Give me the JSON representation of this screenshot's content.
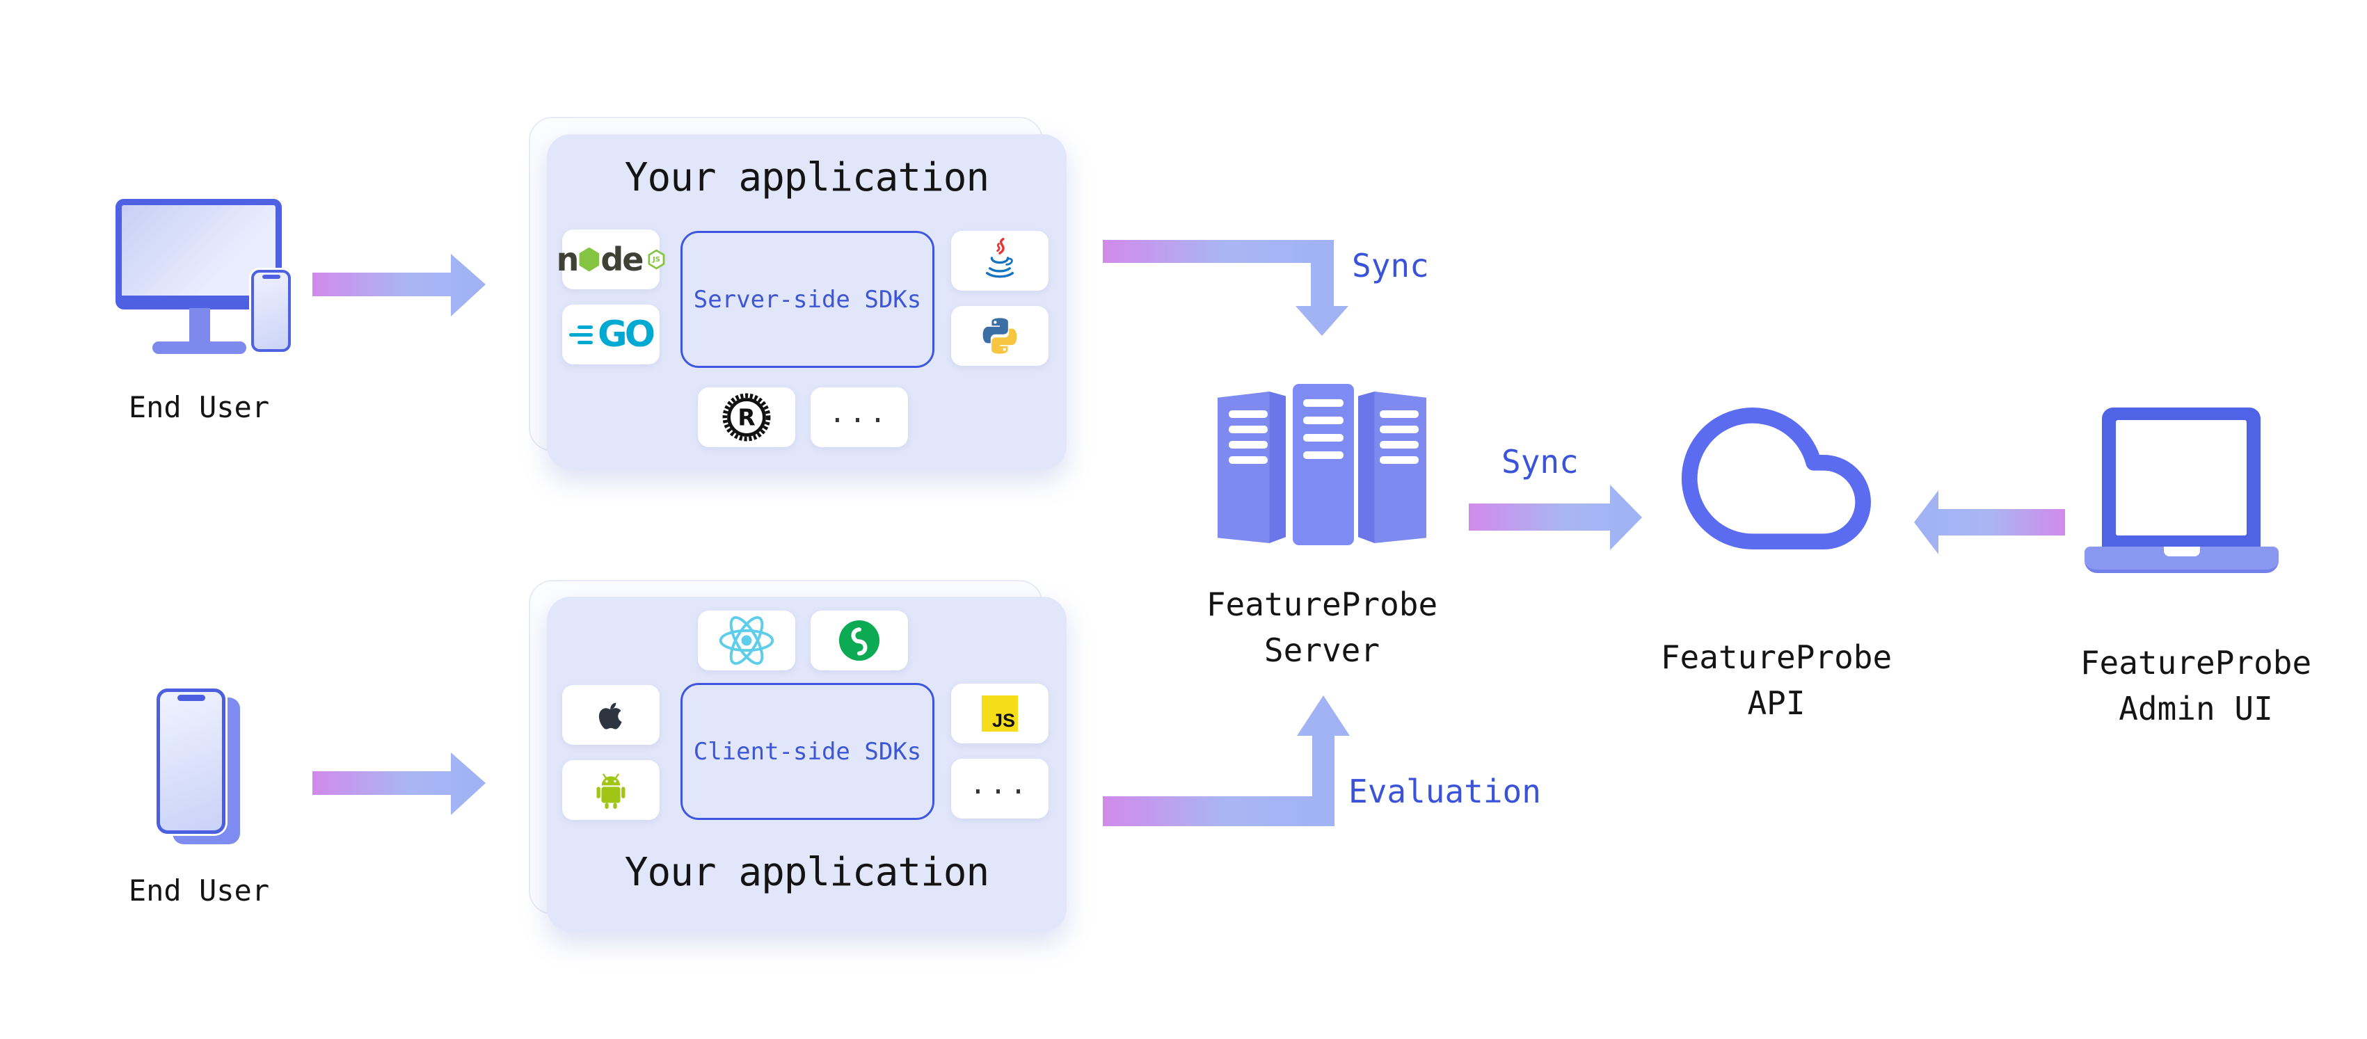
{
  "colors": {
    "device_blue": "#4e61e2",
    "periwinkle": "#7e8aef",
    "arrow_blue": "#9fb2f4",
    "arrow_pink": "#d18ae9",
    "label_blue": "#3a53d9",
    "card_bg": "#e1e6fa",
    "sdk_border": "#3f56e0",
    "cloud_stroke": "#5b6cf0",
    "react_cyan": "#5ecdea",
    "miniprogram_green": "#0caa53",
    "go_cyan": "#00a9d2",
    "node_green": "#84c441",
    "js_yellow": "#f5de19",
    "android_green": "#a0c514",
    "java_red": "#e9322e",
    "java_blue": "#1474be",
    "python_blue": "#3b6ea5",
    "python_yellow": "#f7c53f"
  },
  "end_user_top": {
    "label": "End User"
  },
  "end_user_bottom": {
    "label": "End User"
  },
  "server_card": {
    "title": "Your application",
    "sdk_label": "Server-side SDKs",
    "icons": [
      "nodejs",
      "go",
      "java",
      "python",
      "rust",
      "more"
    ]
  },
  "client_card": {
    "title": "Your application",
    "sdk_label": "Client-side SDKs",
    "icons": [
      "react",
      "miniprogram",
      "apple",
      "android",
      "javascript",
      "more"
    ]
  },
  "arrows": {
    "sync_top_label": "Sync",
    "sync_mid_label": "Sync",
    "evaluation_label": "Evaluation"
  },
  "feature_probe_server": {
    "line1": "FeatureProbe",
    "line2": "Server"
  },
  "feature_probe_api": {
    "line1": "FeatureProbe",
    "line2": "API"
  },
  "feature_probe_admin": {
    "line1": "FeatureProbe",
    "line2": "Admin UI"
  },
  "icon_text": {
    "node_n": "n",
    "node_de": "de",
    "node_badge": "JS",
    "go": "GO",
    "js": "JS",
    "rust_r": "R",
    "dots": "..."
  }
}
